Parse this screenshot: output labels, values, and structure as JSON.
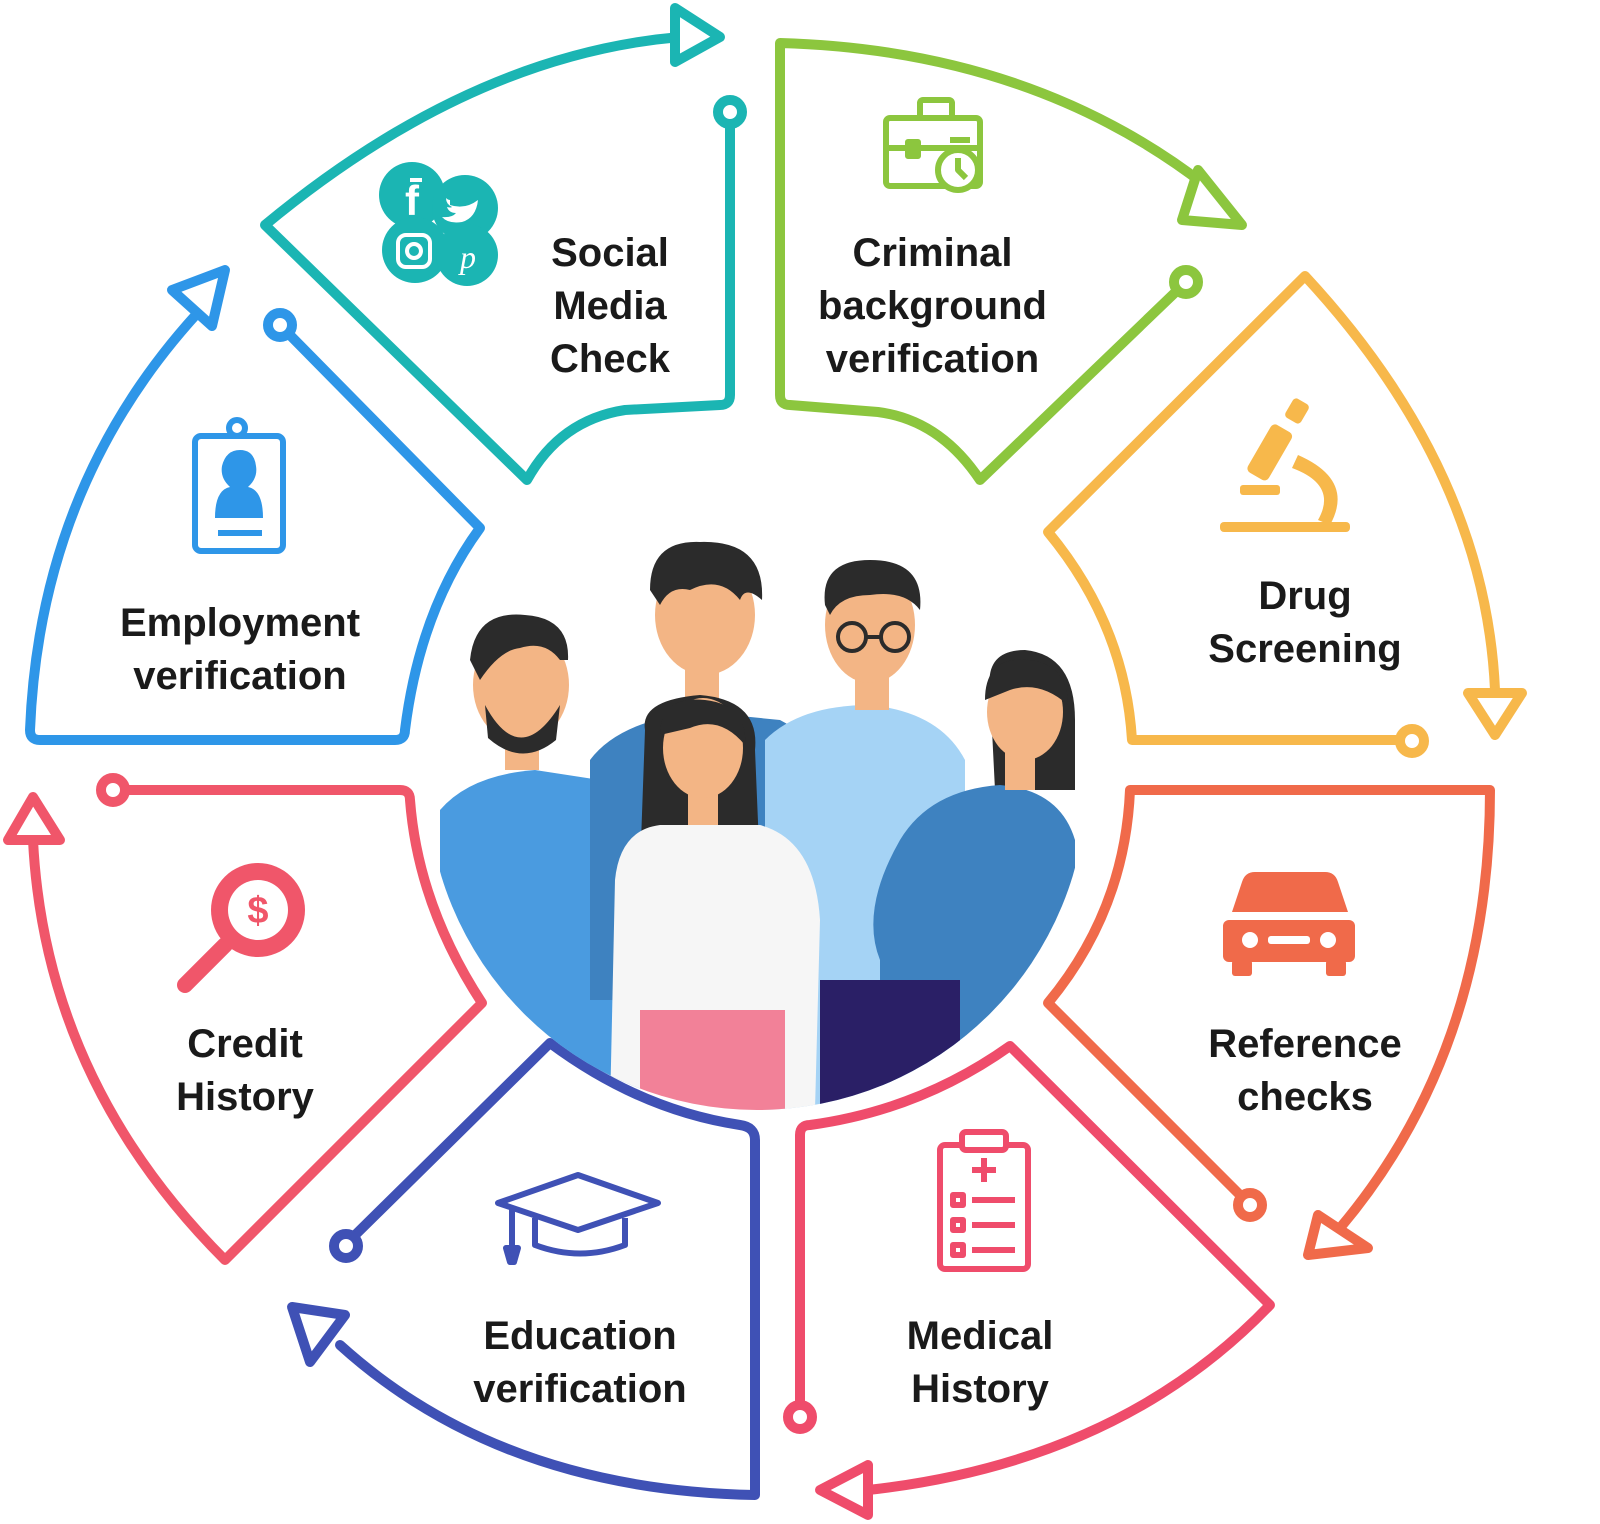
{
  "segments": [
    {
      "id": "social-media",
      "lines": [
        "Social",
        "Media",
        "Check"
      ],
      "icon": "social-media-icons",
      "color": "#1BB5B3"
    },
    {
      "id": "criminal",
      "lines": [
        "Criminal",
        "background",
        "verification"
      ],
      "icon": "briefcase-clock-icon",
      "color": "#8CC63E"
    },
    {
      "id": "drug",
      "lines": [
        "Drug",
        "Screening"
      ],
      "icon": "microscope-icon",
      "color": "#F7B84B"
    },
    {
      "id": "reference",
      "lines": [
        "Reference",
        "checks"
      ],
      "icon": "car-icon",
      "color": "#F06A4A"
    },
    {
      "id": "medical",
      "lines": [
        "Medical",
        "History"
      ],
      "icon": "clipboard-medical-icon",
      "color": "#EF4C6B"
    },
    {
      "id": "education",
      "lines": [
        "Education",
        "verification"
      ],
      "icon": "graduation-cap-icon",
      "color": "#3F51B5"
    },
    {
      "id": "credit",
      "lines": [
        "Credit",
        "History"
      ],
      "icon": "magnifier-dollar-icon",
      "color": "#F0566A"
    },
    {
      "id": "employment",
      "lines": [
        "Employment",
        "verification"
      ],
      "icon": "id-badge-icon",
      "color": "#2E96E8"
    }
  ],
  "center": {
    "illustration": "team-of-people"
  }
}
